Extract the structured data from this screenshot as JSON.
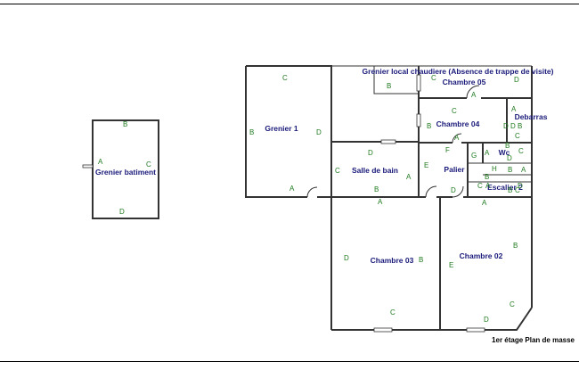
{
  "plan": {
    "caption": "1er étage Plan de masse",
    "rooms": {
      "grenier_batiment": "Grenier batiment",
      "grenier_1": "Grenier 1",
      "grenier_local_chaudiere": "Grenier local chaudiere (Absence de trappe de visite)",
      "chambre_05": "Chambre 05",
      "chambre_04": "Chambre 04",
      "debarras": "Debarras",
      "salle_de_bain": "Salle de bain",
      "palier": "Palier",
      "wc": "Wc",
      "escalier_2": "Escalier 2",
      "chambre_03": "Chambre 03",
      "chambre_02": "Chambre 02"
    },
    "wall_labels": [
      "A",
      "B",
      "C",
      "D",
      "E",
      "F",
      "G",
      "H"
    ]
  }
}
